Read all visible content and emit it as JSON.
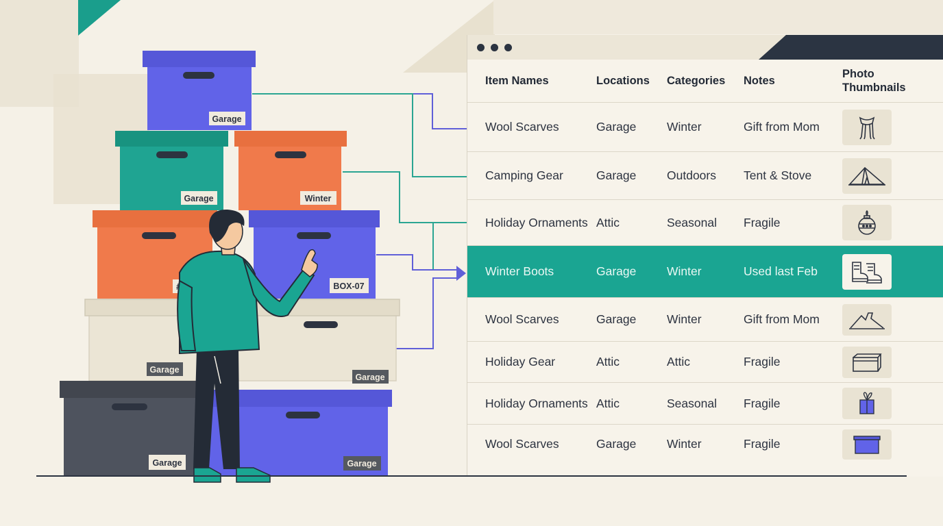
{
  "colors": {
    "background": "#f5f1e7",
    "accent_teal": "#1aa592",
    "box_purple": "#6062e6",
    "box_orange": "#f07a4b",
    "box_cream": "#ebe5d5",
    "box_dark": "#4e535e",
    "connector_teal": "#2aa592",
    "connector_purple": "#5f5fd8",
    "text_dark": "#2d3340"
  },
  "boxes": [
    {
      "label": "Garage"
    },
    {
      "label": "Garage"
    },
    {
      "label": "Winter"
    },
    {
      "label": "#1"
    },
    {
      "label": "BOX-07"
    },
    {
      "label": "Garage"
    },
    {
      "label": "Garage"
    },
    {
      "label": "Garage"
    },
    {
      "label": "Garage"
    }
  ],
  "table": {
    "headers": {
      "item_names": "Item Names",
      "locations": "Locations",
      "categories": "Categories",
      "notes": "Notes",
      "photo_line1": "Photo",
      "photo_line2": "Thumbnails"
    },
    "rows": [
      {
        "item": "Wool Scarves",
        "location": "Garage",
        "category": "Winter",
        "note": "Gift from Mom",
        "icon": "scarf-icon"
      },
      {
        "item": "Camping Gear",
        "location": "Garage",
        "category": "Outdoors",
        "note": "Tent & Stove",
        "icon": "tent-icon"
      },
      {
        "item": "Holiday Ornaments",
        "location": "Attic",
        "category": "Seasonal",
        "note": "Fragile",
        "icon": "ornament-icon"
      },
      {
        "item": "Winter Boots",
        "location": "Garage",
        "category": "Winter",
        "note": "Used last Feb",
        "icon": "boots-icon",
        "selected": true
      },
      {
        "item": "Wool Scarves",
        "location": "Garage",
        "category": "Winter",
        "note": "Gift from Mom",
        "icon": "tent-outline-icon"
      },
      {
        "item": "Holiday Gear",
        "location": "Attic",
        "category": "Attic",
        "note": "Fragile",
        "icon": "box-icon"
      },
      {
        "item": "Holiday Ornaments",
        "location": "Attic",
        "category": "Seasonal",
        "note": "Fragile",
        "icon": "gift-icon"
      },
      {
        "item": "Wool Scarves",
        "location": "Garage",
        "category": "Winter",
        "note": "Fragile",
        "icon": "purple-box-icon"
      }
    ]
  }
}
